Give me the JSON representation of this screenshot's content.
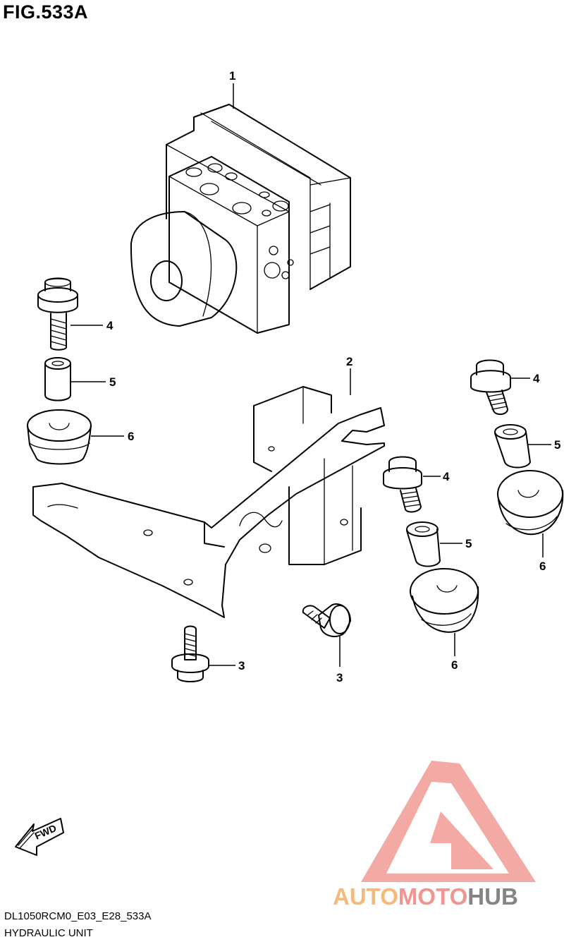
{
  "figure_title": "FIG.533A",
  "diagram_code": "DL1050RCM0_E03_E28_533A",
  "diagram_name": "HYDRAULIC UNIT",
  "fwd_label": "FWD",
  "callouts": [
    "1",
    "2",
    "3",
    "3",
    "4",
    "4",
    "4",
    "5",
    "5",
    "5",
    "6",
    "6",
    "6"
  ],
  "watermark": {
    "part1": "AUTO",
    "part2": "MOTO",
    "part3": "HUB",
    "color_orange": "#f5b26b",
    "color_red": "#f08a85",
    "color_gray": "#777777"
  }
}
